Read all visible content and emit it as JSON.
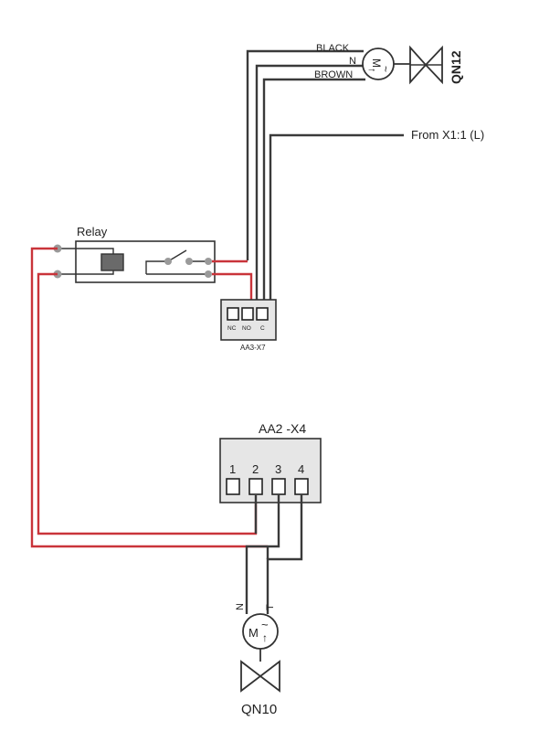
{
  "qn12": {
    "wire_black": "BLACK",
    "wire_n": "N",
    "wire_brown": "BROWN",
    "motor_m": "M",
    "motor_tilde": "~",
    "motor_arrow": "↑",
    "valve_label": "QN12"
  },
  "supply": {
    "label": "From X1:1 (L)"
  },
  "relay": {
    "label": "Relay"
  },
  "aa3_x7": {
    "terminals": [
      "NC",
      "NO",
      "C"
    ],
    "label": "AA3-X7"
  },
  "aa2_x4": {
    "label": "AA2 -X4",
    "terminals": [
      "1",
      "2",
      "3",
      "4"
    ]
  },
  "qn10": {
    "wire_n": "N",
    "wire_t": "T",
    "motor_m": "M",
    "motor_tilde": "~",
    "motor_arrow": "↑",
    "valve_label": "QN10"
  },
  "colors": {
    "red_wire": "#c9343a",
    "black_wire": "#3a3a3a",
    "block_fill": "#e6e6e6"
  }
}
